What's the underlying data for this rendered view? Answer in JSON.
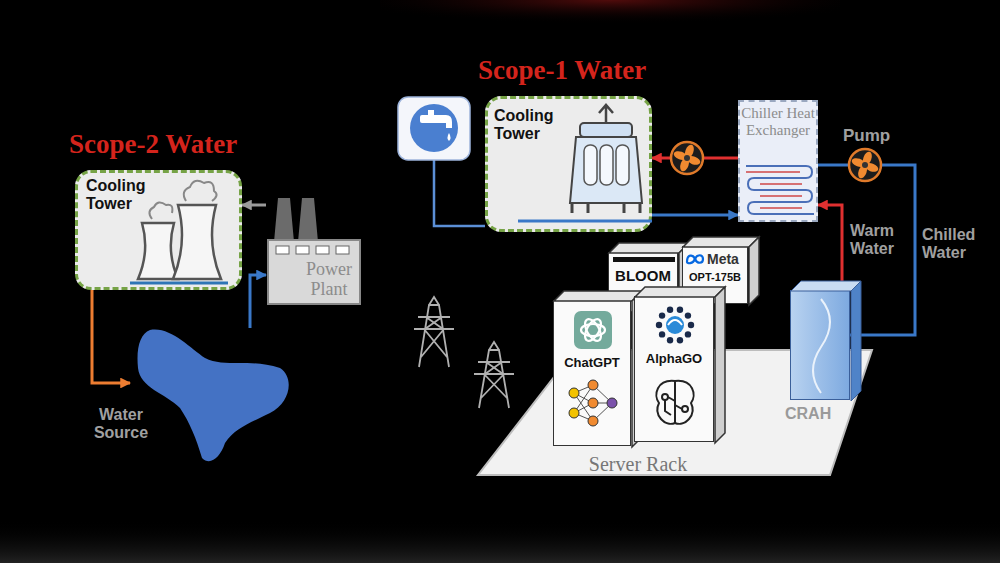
{
  "diagram": {
    "nodes": [
      {
        "text": [
          "Scope-2 Water",
          "Cooling Tower"
        ]
      },
      {
        "text": [
          "Power Plant"
        ]
      },
      {
        "text": [
          "Water Source"
        ]
      },
      {
        "text": [
          "Scope-1 Water",
          "Cooling Tower"
        ]
      },
      {
        "text": [
          "Chiller Heat Exchanger"
        ]
      },
      {
        "text": [
          "Server Rack"
        ]
      },
      {
        "text": [
          "BLOOM"
        ],
        "in": 5
      },
      {
        "text": [
          "Meta",
          "OPT-175B"
        ],
        "in": 5
      },
      {
        "text": [
          "ChatGPT"
        ],
        "in": 5
      },
      {
        "text": [
          "AlphaGO"
        ],
        "in": 5
      },
      {
        "text": [
          "CRAH"
        ]
      }
    ],
    "edges": [
      {
        "from": 0,
        "to": 2,
        "arrow": "to"
      },
      {
        "from": 2,
        "to": 1,
        "arrow": "to"
      },
      {
        "from": 1,
        "to": 0,
        "arrow": "to"
      },
      {
        "from": 4,
        "to": 3,
        "arrow": "to"
      },
      {
        "from": 3,
        "to": 4,
        "arrow": "to"
      },
      {
        "from": 4,
        "to": 10,
        "label": "Chilled Water",
        "arrow": "to"
      },
      {
        "from": 10,
        "to": 4,
        "label": "Warm Water",
        "arrow": "to"
      }
    ],
    "labels": [
      "Pump"
    ]
  }
}
